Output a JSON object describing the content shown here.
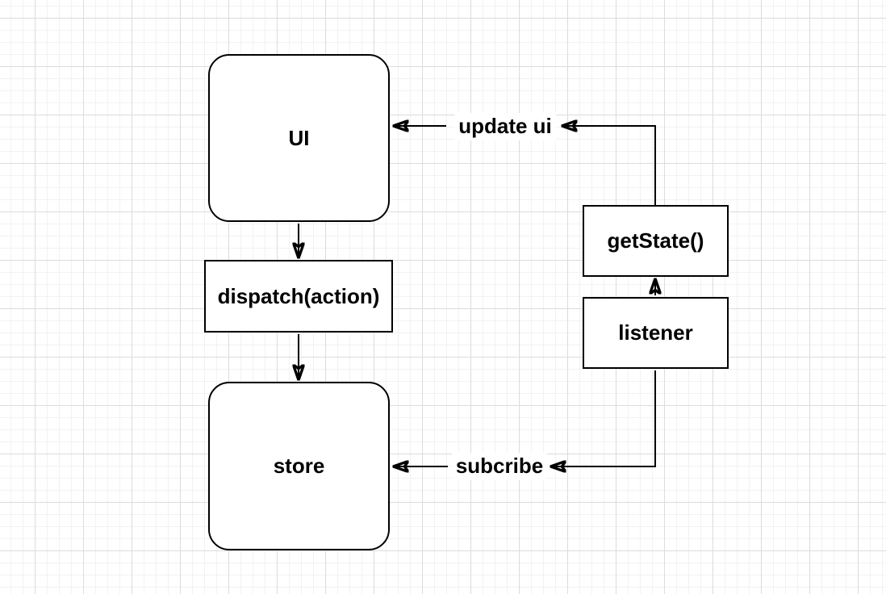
{
  "diagram": {
    "nodes": {
      "ui": {
        "label": "UI"
      },
      "dispatch": {
        "label": "dispatch(action)"
      },
      "store": {
        "label": "store"
      },
      "getstate": {
        "label": "getState()"
      },
      "listener": {
        "label": "listener"
      }
    },
    "edge_labels": {
      "update_ui": {
        "label": "update ui"
      },
      "subcribe": {
        "label": "subcribe"
      }
    },
    "colors": {
      "stroke": "#000000",
      "text": "#000000",
      "node_fill": "#ffffff",
      "canvas_background": "#ffffff",
      "grid_minor": "#f2f2f2",
      "grid_major": "#dcdcdc"
    }
  }
}
